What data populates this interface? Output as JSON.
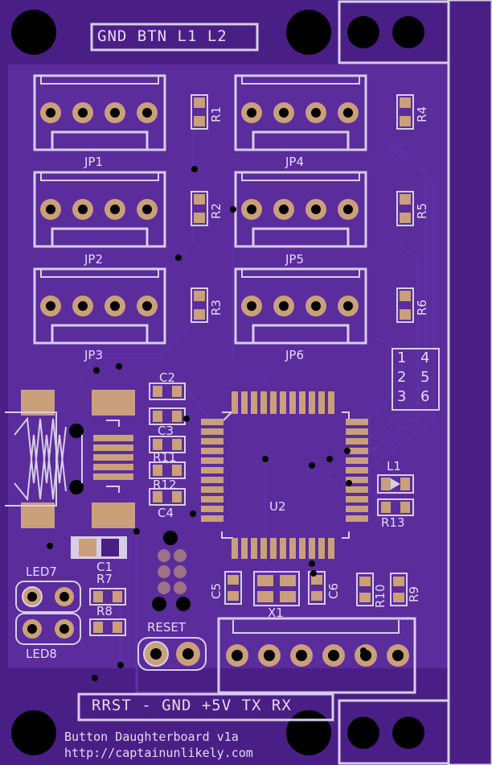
{
  "header_label": "GND BTN L1 L2",
  "footer_label": "RRST - GND +5V TX RX",
  "credits": {
    "line1": "Button Daughterboard v1a",
    "line2": "http://captainunlikely.com"
  },
  "connectors": [
    "JP1",
    "JP2",
    "JP3",
    "JP4",
    "JP5",
    "JP6"
  ],
  "resistors": {
    "r1": "R1",
    "r2": "R2",
    "r3": "R3",
    "r4": "R4",
    "r5": "R5",
    "r6": "R6",
    "r7": "R7",
    "r8": "R8",
    "r9": "R9",
    "r10": "R10",
    "r11": "R11",
    "r12": "R12",
    "r13": "R13"
  },
  "capacitors": {
    "c1": "C1",
    "c2": "C2",
    "c3": "C3",
    "c4": "C4",
    "c5": "C5",
    "c6": "C6"
  },
  "misc": {
    "u2": "U2",
    "x1": "X1",
    "l1": "L1",
    "led7": "LED7",
    "led8": "LED8",
    "reset": "RESET"
  },
  "pin_map": [
    [
      "1",
      "4"
    ],
    [
      "2",
      "5"
    ],
    [
      "3",
      "6"
    ]
  ],
  "colors": {
    "board": "#4a1f85",
    "silk": "#d8cde8",
    "copper": "#c9a07a",
    "hole": "#000000"
  }
}
